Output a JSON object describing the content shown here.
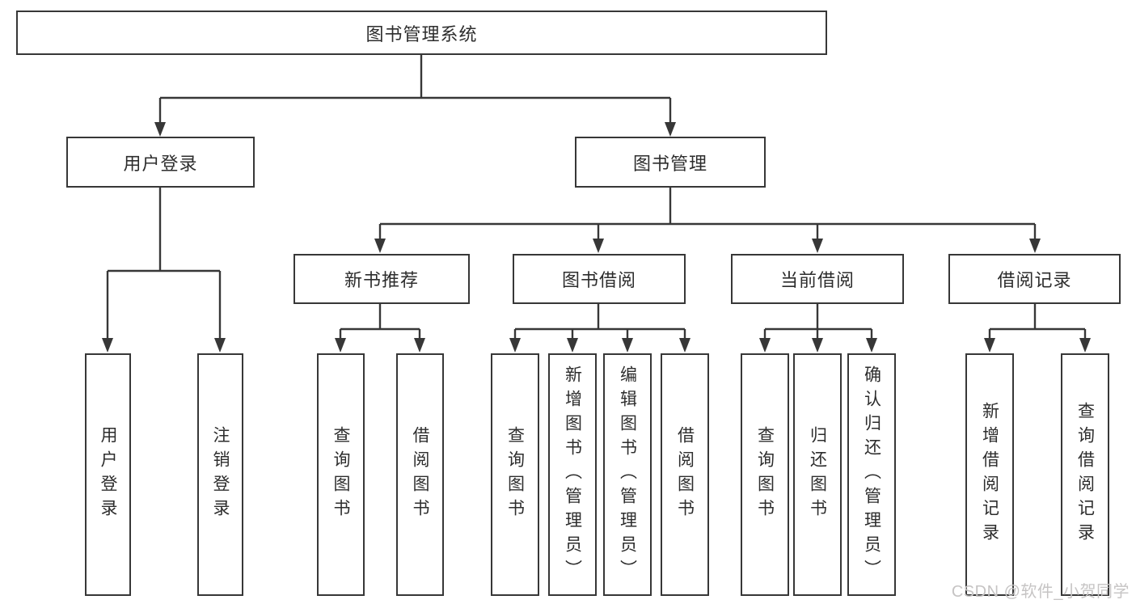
{
  "tree": {
    "label": "图书管理系统",
    "children": [
      {
        "label": "用户登录",
        "children": [
          {
            "label": "用户登录"
          },
          {
            "label": "注销登录"
          }
        ]
      },
      {
        "label": "图书管理",
        "children": [
          {
            "label": "新书推荐",
            "children": [
              {
                "label": "查询图书"
              },
              {
                "label": "借阅图书"
              }
            ]
          },
          {
            "label": "图书借阅",
            "children": [
              {
                "label": "查询图书"
              },
              {
                "label": "新增图书（管理员）"
              },
              {
                "label": "编辑图书（管理员）"
              },
              {
                "label": "借阅图书"
              }
            ]
          },
          {
            "label": "当前借阅",
            "children": [
              {
                "label": "查询图书"
              },
              {
                "label": "归还图书"
              },
              {
                "label": "确认归还（管理员）"
              }
            ]
          },
          {
            "label": "借阅记录",
            "children": [
              {
                "label": "新增借阅记录"
              },
              {
                "label": "查询借阅记录"
              }
            ]
          }
        ]
      }
    ]
  },
  "watermark": {
    "text": "CSDN @软件_小贺同学"
  },
  "colors": {
    "line": "#373737",
    "text": "#2d2d2d",
    "background": "#ffffff",
    "watermark": "#c6c4c4"
  }
}
